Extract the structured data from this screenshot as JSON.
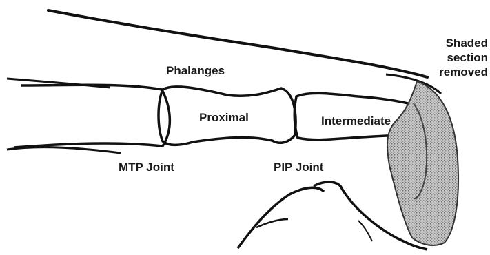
{
  "labels": {
    "phalanges": "Phalanges",
    "proximal": "Proximal",
    "intermediate": "Intermediate",
    "mtp_joint": "MTP Joint",
    "pip_joint": "PIP Joint",
    "shaded_section": "Shaded section removed"
  },
  "colors": {
    "ink": "#111111",
    "shading": "#9a9a9a",
    "background": "#ffffff"
  }
}
